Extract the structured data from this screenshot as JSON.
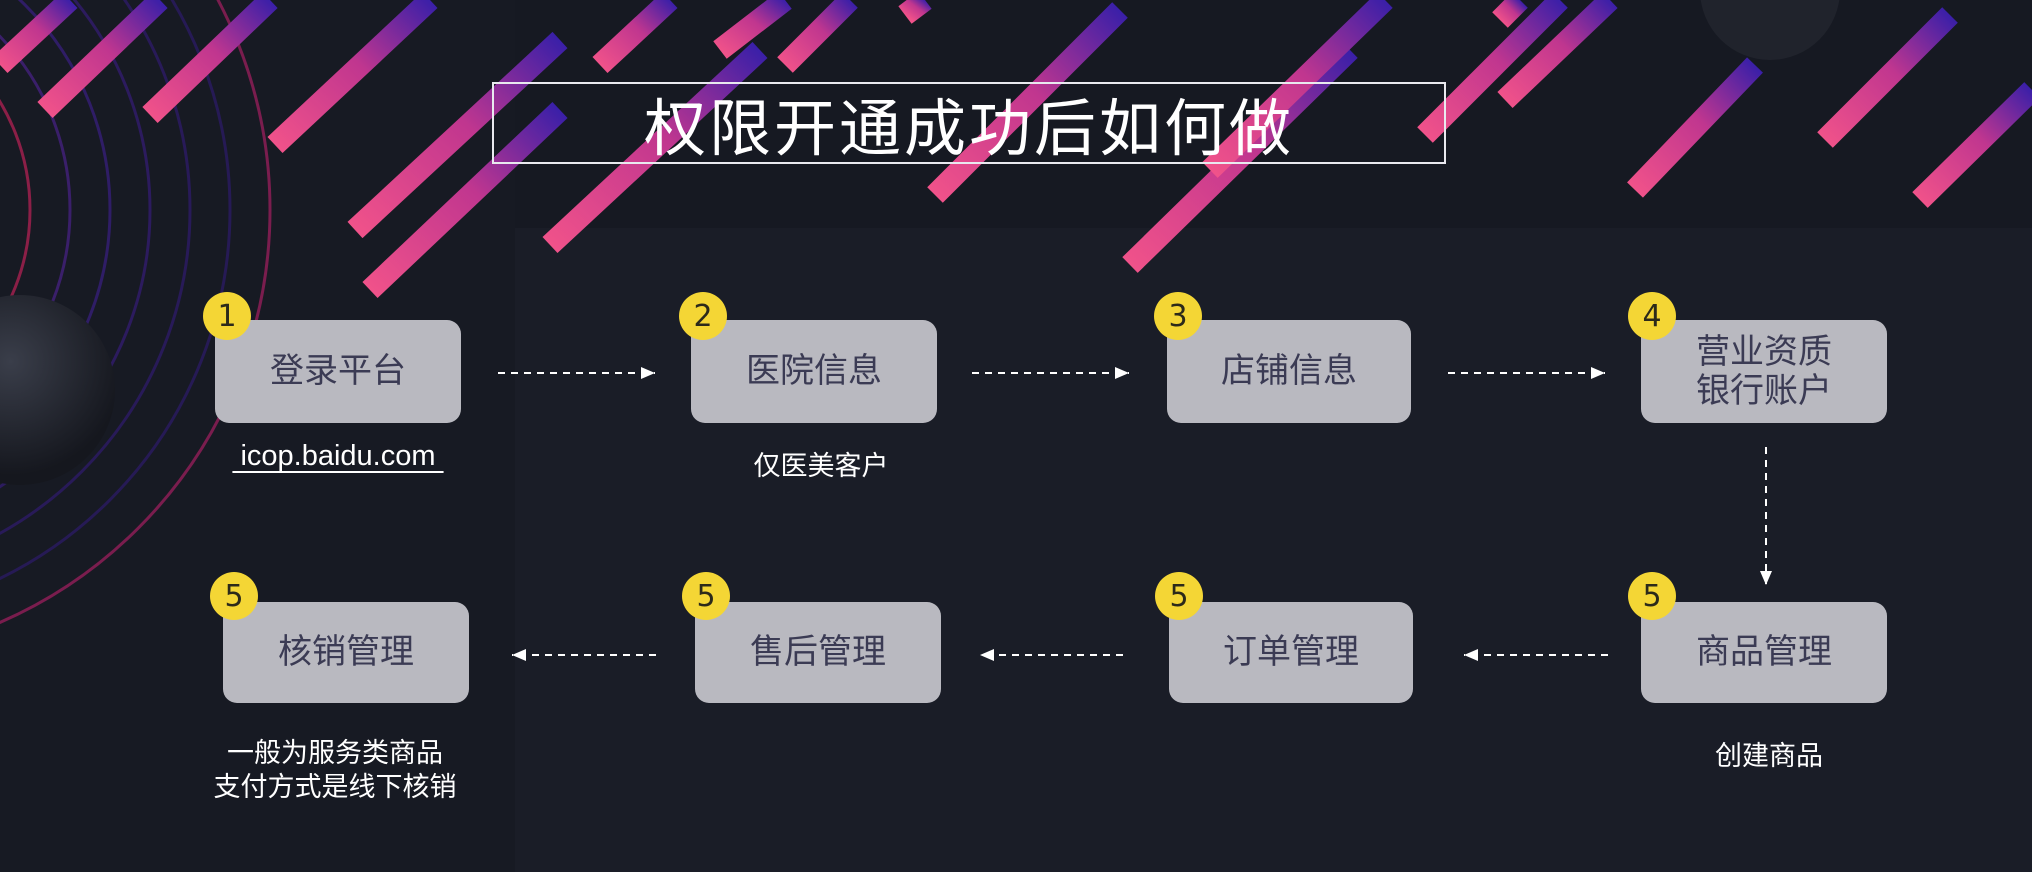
{
  "title": "权限开通成功后如何做",
  "steps": [
    {
      "badge": "1",
      "line1": "登录平台",
      "line2": ""
    },
    {
      "badge": "2",
      "line1": "医院信息",
      "line2": ""
    },
    {
      "badge": "3",
      "line1": "店铺信息",
      "line2": ""
    },
    {
      "badge": "4",
      "line1": "营业资质",
      "line2": "银行账户"
    },
    {
      "badge": "5",
      "line1": "商品管理",
      "line2": ""
    },
    {
      "badge": "5",
      "line1": "订单管理",
      "line2": ""
    },
    {
      "badge": "5",
      "line1": "售后管理",
      "line2": ""
    },
    {
      "badge": "5",
      "line1": "核销管理",
      "line2": ""
    }
  ],
  "notes": {
    "login_link": " icop.baidu.com ",
    "hospital": "仅医美客户",
    "product": "创建商品",
    "verify_line1": "一般为服务类商品",
    "verify_line2": "支付方式是线下核销"
  },
  "colors": {
    "background": "#1a1d27",
    "box": "#b9b9c0",
    "box_text": "#3b3b54",
    "badge": "#f4d635",
    "stripe_pink": "#f0528a",
    "stripe_purple": "#3a1fa8"
  }
}
